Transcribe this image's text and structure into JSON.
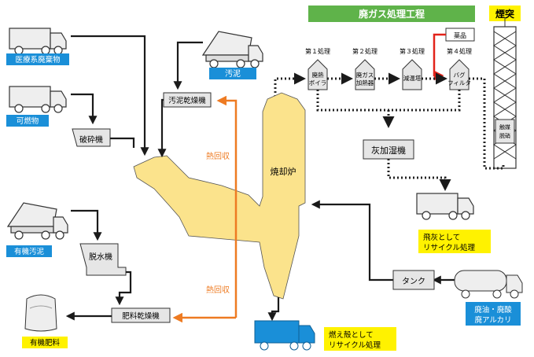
{
  "labels": {
    "gas_process_title": "廃ガス処理工程",
    "chimney": "煙突",
    "medical_waste": "医療系廃棄物",
    "combustibles": "可燃物",
    "crusher": "破砕機",
    "sludge": "汚泥",
    "sludge_dryer": "汚泥乾燥機",
    "heat_recovery_top": "熱回収",
    "heat_recovery_bottom": "熱回収",
    "incinerator": "焼却炉",
    "organic_sludge": "有機汚泥",
    "dehydrator": "脱水機",
    "fertilizer_dryer": "肥料乾燥機",
    "organic_fertilizer": "有機肥料",
    "ash_recycle": [
      "燃え殻として",
      "リサイクル処理"
    ],
    "tank": "タンク",
    "waste_oil": [
      "廃油・廃酸",
      "廃アルカリ"
    ],
    "fly_ash_recycle": [
      "飛灰として",
      "リサイクル処理"
    ],
    "ash_humidifier": "灰加湿機",
    "chemicals": "薬品",
    "catalyst": [
      "触媒",
      "脱硝"
    ],
    "steps": [
      {
        "title": "第１処理",
        "unit": [
          "廃熱",
          "ボイラ"
        ]
      },
      {
        "title": "第２処理",
        "unit": [
          "廃ガス",
          "加熱器"
        ]
      },
      {
        "title": "第３処理",
        "unit": [
          "減温塔"
        ]
      },
      {
        "title": "第４処理",
        "unit": [
          "バグ",
          "フィルタ"
        ]
      }
    ]
  },
  "colors": {
    "title_green": "#5fb34a",
    "label_blue": "#1a8fd8",
    "label_yellow": "#fff200",
    "incinerator": "#fbe38c",
    "heat_orange": "#ee7b22",
    "chem_red": "#e2231a",
    "machine_grey": "#e6e6e6",
    "truck_blue": "#1a8fd8"
  }
}
